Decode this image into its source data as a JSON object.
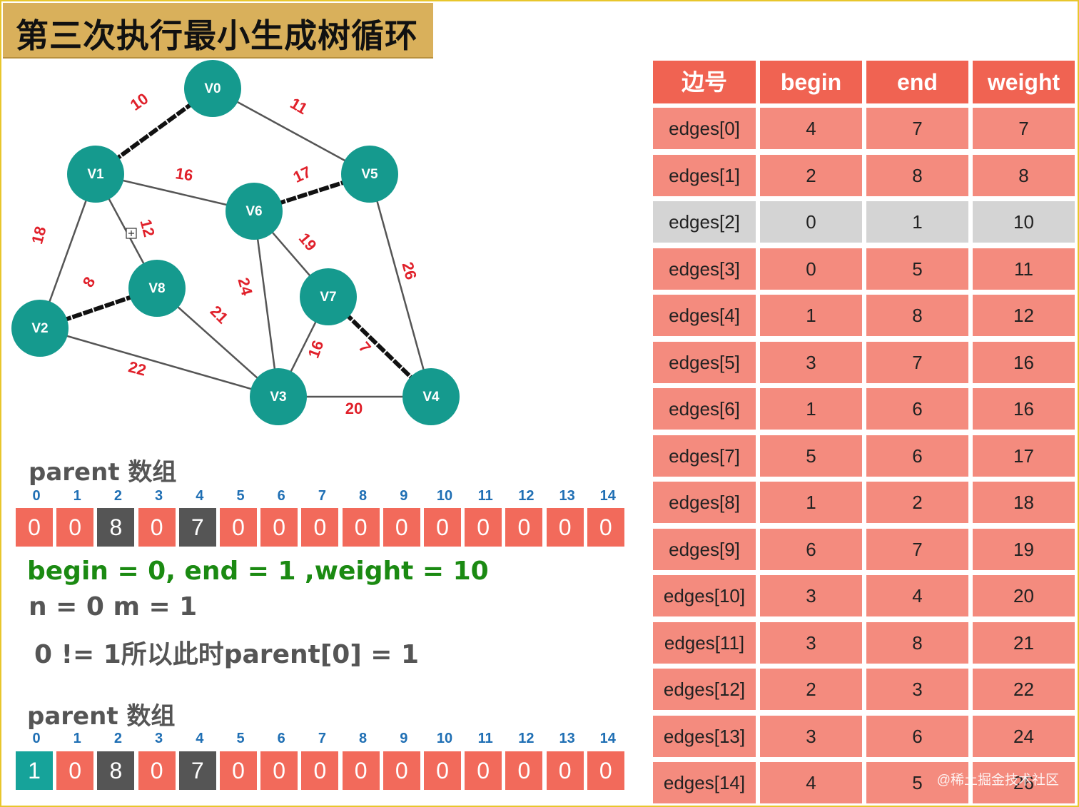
{
  "title": "第三次执行最小生成树循环",
  "colors": {
    "node": "#159a8e",
    "red_cell": "#f26a5b",
    "dark_cell": "#555555",
    "teal_cell": "#16a39a",
    "header": "#f06352",
    "row": "#f48b7e",
    "highlight_row": "#d4d4d4"
  },
  "graph": {
    "nodes": [
      {
        "id": "V0",
        "label": "V0"
      },
      {
        "id": "V1",
        "label": "V1"
      },
      {
        "id": "V5",
        "label": "V5"
      },
      {
        "id": "V6",
        "label": "V6"
      },
      {
        "id": "V8",
        "label": "V8"
      },
      {
        "id": "V7",
        "label": "V7"
      },
      {
        "id": "V2",
        "label": "V2"
      },
      {
        "id": "V3",
        "label": "V3"
      },
      {
        "id": "V4",
        "label": "V4"
      }
    ],
    "edges": [
      {
        "from": "V0",
        "to": "V1",
        "weight": "10",
        "bold": true
      },
      {
        "from": "V0",
        "to": "V5",
        "weight": "11",
        "bold": false
      },
      {
        "from": "V1",
        "to": "V6",
        "weight": "16",
        "bold": false
      },
      {
        "from": "V6",
        "to": "V5",
        "weight": "17",
        "bold": true
      },
      {
        "from": "V1",
        "to": "V8",
        "weight": "12",
        "bold": false
      },
      {
        "from": "V1",
        "to": "V2",
        "weight": "18",
        "bold": false
      },
      {
        "from": "V6",
        "to": "V7",
        "weight": "19",
        "bold": false
      },
      {
        "from": "V5",
        "to": "V4",
        "weight": "26",
        "bold": false
      },
      {
        "from": "V2",
        "to": "V8",
        "weight": "8",
        "bold": true
      },
      {
        "from": "V6",
        "to": "V3",
        "weight": "24",
        "bold": false
      },
      {
        "from": "V8",
        "to": "V3",
        "weight": "21",
        "bold": false
      },
      {
        "from": "V7",
        "to": "V3",
        "weight": "16",
        "bold": false
      },
      {
        "from": "V7",
        "to": "V4",
        "weight": "7",
        "bold": true
      },
      {
        "from": "V2",
        "to": "V3",
        "weight": "22",
        "bold": false
      },
      {
        "from": "V3",
        "to": "V4",
        "weight": "20",
        "bold": false
      }
    ]
  },
  "parent_before": {
    "label": "parent 数组",
    "indices": [
      "0",
      "1",
      "2",
      "3",
      "4",
      "5",
      "6",
      "7",
      "8",
      "9",
      "10",
      "11",
      "12",
      "13",
      "14"
    ],
    "values": [
      "0",
      "0",
      "8",
      "0",
      "7",
      "0",
      "0",
      "0",
      "0",
      "0",
      "0",
      "0",
      "0",
      "0",
      "0"
    ]
  },
  "step": {
    "begin_line": "begin = 0, end = 1 ,weight = 10",
    "nm_line": "n = 0   m = 1",
    "cond_line": "0 != 1所以此时parent[0] = 1"
  },
  "parent_after": {
    "label": "parent 数组",
    "indices": [
      "0",
      "1",
      "2",
      "3",
      "4",
      "5",
      "6",
      "7",
      "8",
      "9",
      "10",
      "11",
      "12",
      "13",
      "14"
    ],
    "values": [
      "1",
      "0",
      "8",
      "0",
      "7",
      "0",
      "0",
      "0",
      "0",
      "0",
      "0",
      "0",
      "0",
      "0",
      "0"
    ]
  },
  "edges_table": {
    "headers": [
      "边号",
      "begin",
      "end",
      "weight"
    ],
    "highlight_row": 2,
    "rows": [
      [
        "edges[0]",
        "4",
        "7",
        "7"
      ],
      [
        "edges[1]",
        "2",
        "8",
        "8"
      ],
      [
        "edges[2]",
        "0",
        "1",
        "10"
      ],
      [
        "edges[3]",
        "0",
        "5",
        "11"
      ],
      [
        "edges[4]",
        "1",
        "8",
        "12"
      ],
      [
        "edges[5]",
        "3",
        "7",
        "16"
      ],
      [
        "edges[6]",
        "1",
        "6",
        "16"
      ],
      [
        "edges[7]",
        "5",
        "6",
        "17"
      ],
      [
        "edges[8]",
        "1",
        "2",
        "18"
      ],
      [
        "edges[9]",
        "6",
        "7",
        "19"
      ],
      [
        "edges[10]",
        "3",
        "4",
        "20"
      ],
      [
        "edges[11]",
        "3",
        "8",
        "21"
      ],
      [
        "edges[12]",
        "2",
        "3",
        "22"
      ],
      [
        "edges[13]",
        "3",
        "6",
        "24"
      ],
      [
        "edges[14]",
        "4",
        "5",
        "26"
      ]
    ]
  },
  "watermark": "@稀土掘金技术社区"
}
